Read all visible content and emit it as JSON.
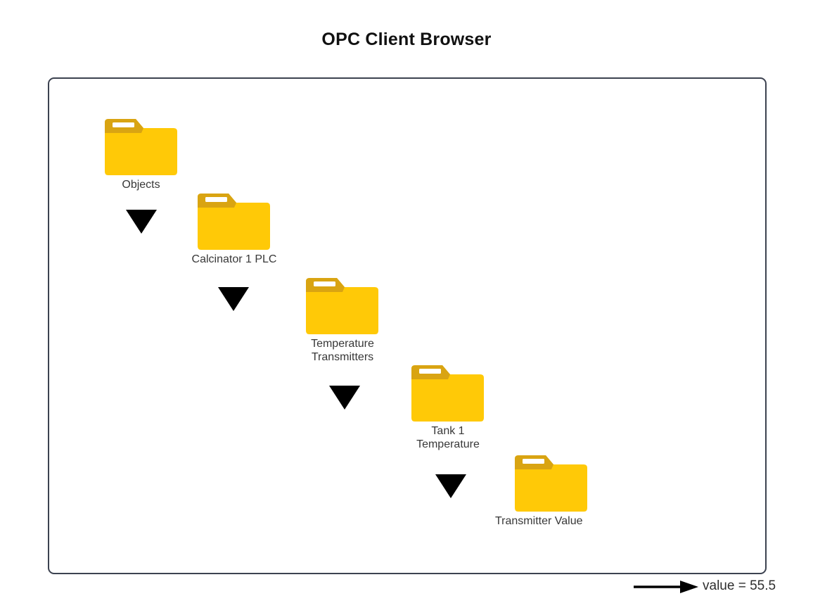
{
  "page": {
    "title": "OPC Client Browser",
    "background_color": "#ffffff"
  },
  "panel": {
    "border_color": "#3c4250",
    "background_color": "#ffffff"
  },
  "colors": {
    "folder_body": "#FFC907",
    "folder_tab": "#D9A412",
    "folder_slot": "#ffffff",
    "arrow": "#000000",
    "label_text": "#383838",
    "title_text": "#111111"
  },
  "tree": {
    "nodes": [
      {
        "id": "objects",
        "label": "Objects",
        "icon": "folder-icon"
      },
      {
        "id": "plc",
        "label": "Calcinator 1 PLC",
        "icon": "folder-icon"
      },
      {
        "id": "transmitters",
        "label": "Temperature\nTransmitters",
        "icon": "folder-icon"
      },
      {
        "id": "tank1",
        "label": "Tank 1\nTemperature",
        "icon": "folder-icon"
      },
      {
        "id": "value",
        "label": "Transmitter Value",
        "icon": "folder-icon"
      }
    ],
    "connectors": [
      {
        "id": "objects-to-plc",
        "icon": "triangle-down-icon"
      },
      {
        "id": "plc-to-transmitters",
        "icon": "triangle-down-icon"
      },
      {
        "id": "transmitters-to-tank1",
        "icon": "triangle-down-icon"
      },
      {
        "id": "tank1-to-value",
        "icon": "triangle-down-icon"
      }
    ]
  },
  "annotation": {
    "arrow_icon": "arrow-right-icon",
    "text": "value = 55.5"
  }
}
